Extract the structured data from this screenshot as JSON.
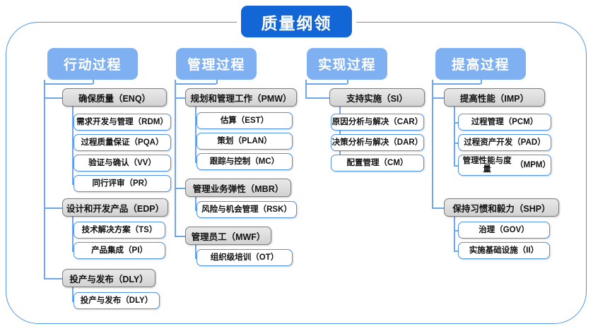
{
  "root": {
    "title": "质量纲领"
  },
  "colors": {
    "root_box": "#1266d6",
    "column_header": "#7fb0f2",
    "connector": "#6ea6ee",
    "group_border": "#7d7d7d",
    "leaf_border": "#4f93ea",
    "frame": "#4f93ea"
  },
  "columns": [
    {
      "header": "行动过程",
      "groups": [
        {
          "label": "确保质量（ENQ）",
          "children": [
            "需求开发与管理（RDM）",
            "过程质量保证（PQA）",
            "验证与确认（VV）",
            "同行评审（PR）"
          ]
        },
        {
          "label": "设计和开发产品（EDP）",
          "children": [
            "技术解决方案（TS）",
            "产品集成（PI）"
          ]
        },
        {
          "label": "投产与发布（DLY）",
          "children": [
            "投产与发布（DLY）"
          ]
        }
      ]
    },
    {
      "header": "管理过程",
      "groups": [
        {
          "label": "规划和管理工作（PMW）",
          "children": [
            "估算（EST）",
            "策划（PLAN）",
            "跟踪与控制（MC）"
          ]
        },
        {
          "label": "管理业务弹性（MBR）",
          "children": [
            "风险与机会管理（RSK）"
          ]
        },
        {
          "label": "管理员工（MWF）",
          "children": [
            "组织级培训（OT）"
          ]
        }
      ]
    },
    {
      "header": "实现过程",
      "groups": [
        {
          "label": "支持实施（SI）",
          "children": [
            "原因分析与解决（CAR）",
            "决策分析与解决（DAR）",
            "配置管理（CM）"
          ]
        }
      ]
    },
    {
      "header": "提高过程",
      "groups": [
        {
          "label": "提高性能（IMP）",
          "children": [
            "过程管理（PCM）",
            "过程资产开发（PAD）",
            "管理性能与度量（MPM）"
          ]
        },
        {
          "label": "保持习惯和毅力（SHP）",
          "children": [
            "治理（GOV）",
            "实施基础设施（II）"
          ]
        }
      ]
    }
  ]
}
